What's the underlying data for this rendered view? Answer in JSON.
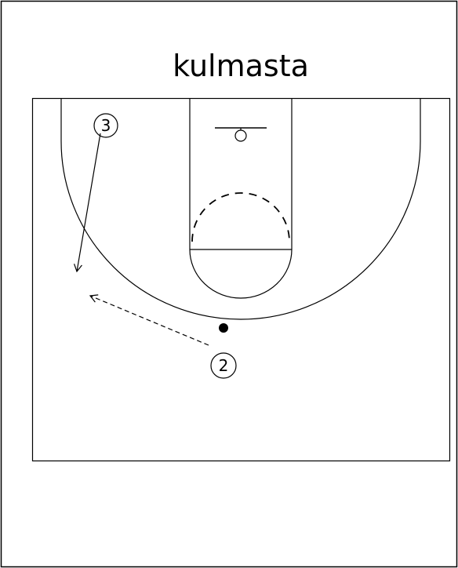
{
  "title": "kulmasta",
  "players": [
    {
      "label": "3"
    },
    {
      "label": "2"
    }
  ],
  "colors": {
    "background": "#ffffff",
    "lines": "#000000"
  }
}
